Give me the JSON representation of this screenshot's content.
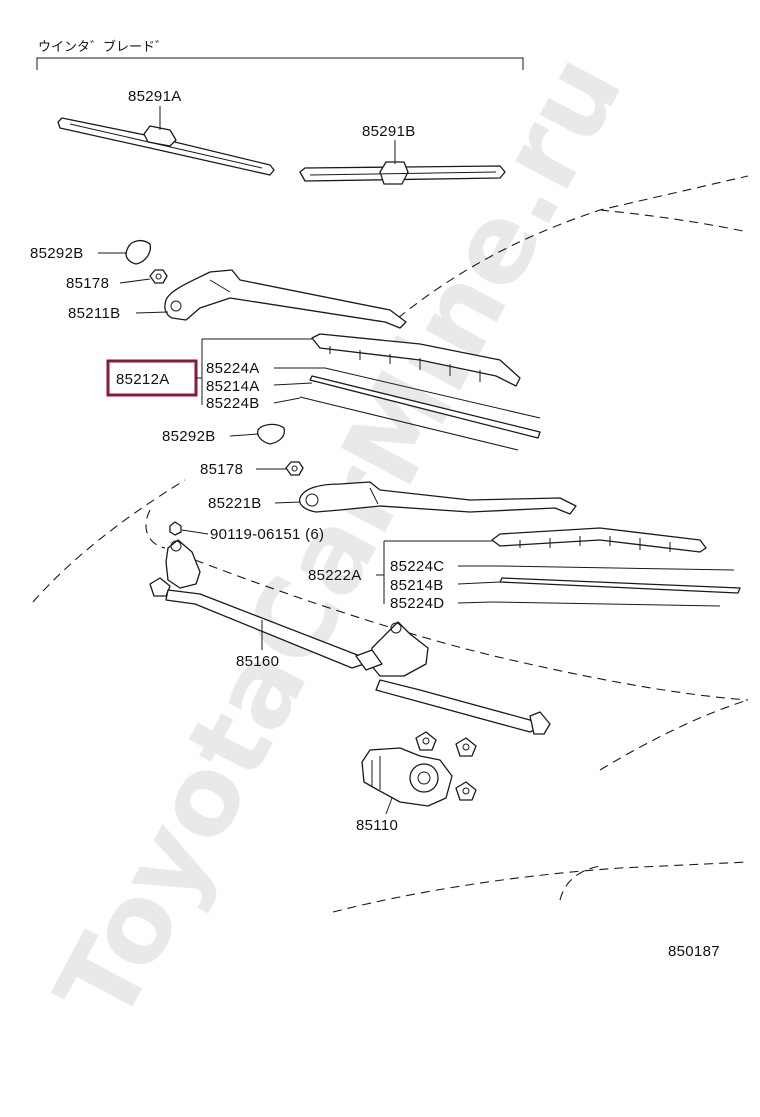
{
  "section_title": "ウインタ゛ブレード゛",
  "figure_id": "850187",
  "watermark": "ToyotaCarMine.ru",
  "highlight_color": "#8b1a3a",
  "parts": {
    "p85291A": "85291A",
    "p85291B": "85291B",
    "p85292B_1": "85292B",
    "p85178_1": "85178",
    "p85211B": "85211B",
    "p85212A": "85212A",
    "p85224A": "85224A",
    "p85214A": "85214A",
    "p85224B": "85224B",
    "p85292B_2": "85292B",
    "p85178_2": "85178",
    "p85221B": "85221B",
    "p90119": "90119-06151 (6)",
    "p85222A": "85222A",
    "p85224C": "85224C",
    "p85214B": "85214B",
    "p85224D": "85224D",
    "p85160": "85160",
    "p85110": "85110"
  }
}
